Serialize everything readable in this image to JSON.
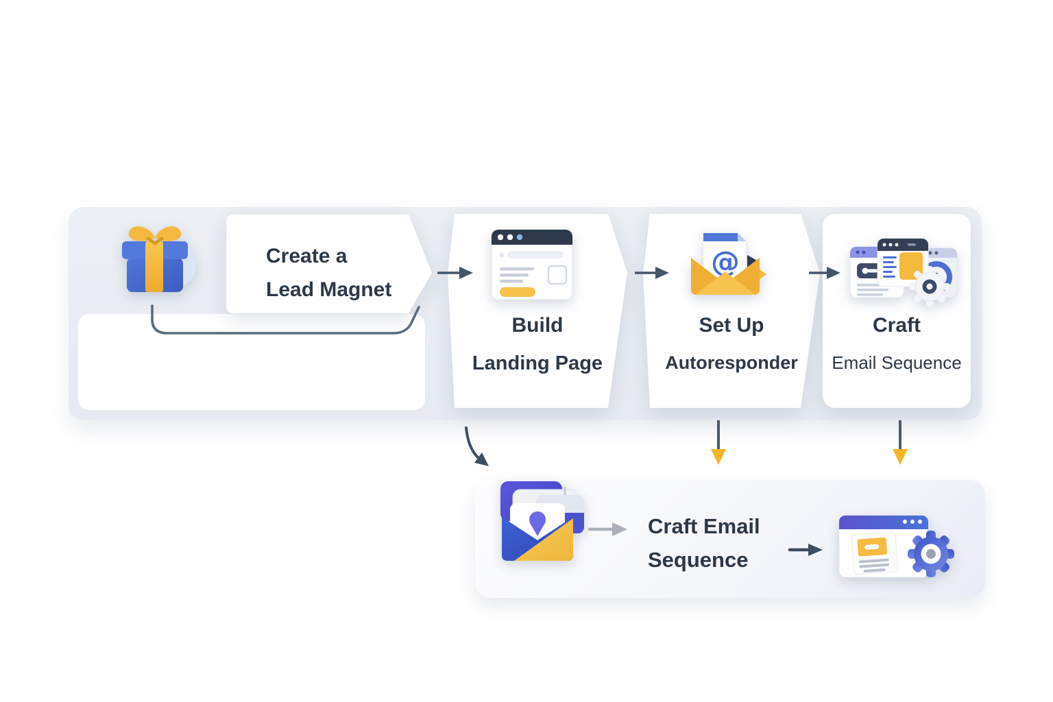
{
  "flow": {
    "steps": [
      {
        "title": "Create a",
        "subtitle": "Lead Magnet",
        "icon": "gift-icon"
      },
      {
        "title": "Build",
        "subtitle": "Landing Page",
        "icon": "browser-window-icon"
      },
      {
        "title": "Set Up",
        "subtitle": "Autoresponder",
        "icon": "envelope-at-icon"
      },
      {
        "title": "Craft",
        "subtitle": "Email Sequence",
        "icon": "windows-gear-icon"
      }
    ],
    "result": {
      "title": "Craft Email",
      "subtitle": "Sequence",
      "left_icon": "envelope-cards-icon",
      "right_icon": "browser-gear-icon"
    },
    "colors": {
      "accent_yellow": "#F5B83D",
      "primary_blue": "#4A6FD4",
      "indigo": "#5552D6",
      "arrow_slate": "#44556A",
      "arrow_gray": "#ACB1B9",
      "text_dark": "#2D3847",
      "panel_bg": "#E9EDF3",
      "card_bg": "#FFFFFF"
    }
  }
}
